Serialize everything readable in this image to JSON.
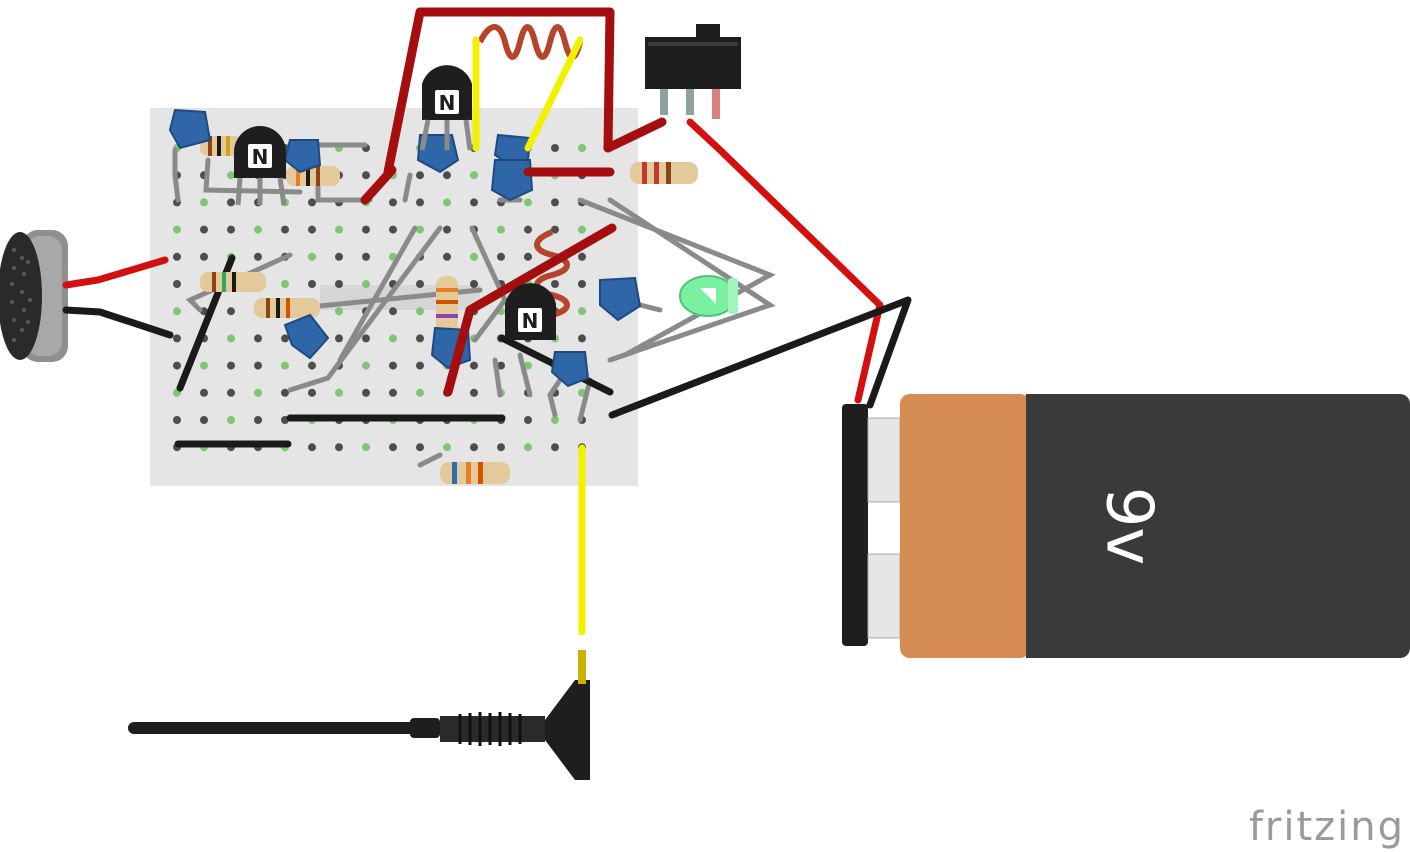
{
  "transistor_label": "N",
  "battery": {
    "label": "9v"
  },
  "brand": "fritzing",
  "colors": {
    "wire_red": "#d40f0f",
    "wire_black": "#1a1a1a",
    "wire_yellow": "#f2f200",
    "wire_gray": "#8a8a8a",
    "board": "#e5e5e5",
    "hole_green": "#6fbf5f",
    "capacitor_blue": "#2f66a8",
    "coil_copper": "#b5442b",
    "led_green": "#7af0a0",
    "battery_copper": "#d48c53",
    "battery_body": "#3a3a3a"
  },
  "icons": [
    "microphone-icon",
    "switch-icon",
    "led-icon",
    "battery-icon",
    "antenna-icon"
  ]
}
